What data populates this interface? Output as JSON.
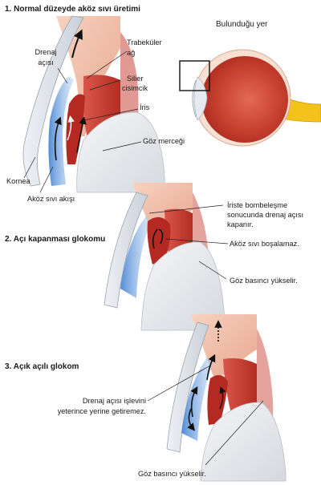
{
  "section1": {
    "title": "1. Normal düzeyde aköz sıvı üretimi",
    "location_title": "Bulunduğu yer",
    "labels": {
      "drenaj_line1": "Drenaj",
      "drenaj_line2": "açısı",
      "trabekuler_line1": "Trabeküler",
      "trabekuler_line2": "ağ",
      "silier_line1": "Silier",
      "silier_line2": "cisimcik",
      "iris": "İris",
      "goz_mercegi": "Göz merceği",
      "kornea": "Kornea",
      "akoz_akisi": "Aköz sıvı akışı"
    }
  },
  "section2": {
    "title": "2. Açı kapanması glokomu",
    "labels": {
      "iriste_line1": "İriste bombeleşme",
      "iriste_line2": "sonucunda drenaj açısı",
      "iriste_line3": "kapanır.",
      "bosalamaz": "Aköz sıvı boşalamaz.",
      "basinc": "Göz basıncı yükselir."
    }
  },
  "section3": {
    "title": "3. Açık açılı glokom",
    "labels": {
      "drenaj_line1": "Drenaj açısı işlevini",
      "drenaj_line2": "yeterince yerine getiremez.",
      "basinc": "Göz basıncı yükselir."
    }
  },
  "colors": {
    "eye_red": "#c23a2e",
    "tissue_pink": "#f0c2ad",
    "aqueous_blue": "#6d9fd8",
    "lens_gray": "#e4e6ea",
    "optic_yellow": "#f3c21b"
  }
}
